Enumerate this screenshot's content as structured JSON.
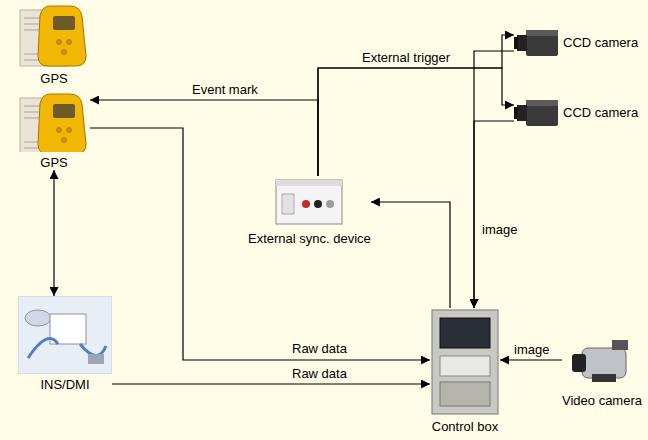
{
  "diagram": {
    "nodes": [
      {
        "text": [
          "GPS"
        ]
      },
      {
        "text": [
          "GPS"
        ]
      },
      {
        "text": [
          "CCD camera"
        ]
      },
      {
        "text": [
          "CCD camera"
        ]
      },
      {
        "text": [
          "External sync. device"
        ]
      },
      {
        "text": [
          "INS/DMI"
        ]
      },
      {
        "text": [
          "Control box"
        ]
      },
      {
        "text": [
          "Video camera"
        ]
      }
    ],
    "edges": [
      {
        "from": 4,
        "to": 1,
        "label": "Event mark",
        "arrow": "to"
      },
      {
        "from": 4,
        "to": 2,
        "label": "External trigger",
        "arrow": "to"
      },
      {
        "from": 4,
        "to": 3,
        "arrow": "to"
      },
      {
        "from": 2,
        "to": 6,
        "label": "image",
        "arrow": "to"
      },
      {
        "from": 3,
        "to": 6,
        "arrow": "to"
      },
      {
        "from": 6,
        "to": 4,
        "arrow": "to"
      },
      {
        "from": 1,
        "to": 6,
        "label": "Raw data",
        "arrow": "to"
      },
      {
        "from": 5,
        "to": 6,
        "label": "Raw data",
        "arrow": "to"
      },
      {
        "from": 1,
        "to": 5,
        "arrow": "both"
      },
      {
        "from": 7,
        "to": 6,
        "label": "image",
        "arrow": "to"
      }
    ]
  }
}
